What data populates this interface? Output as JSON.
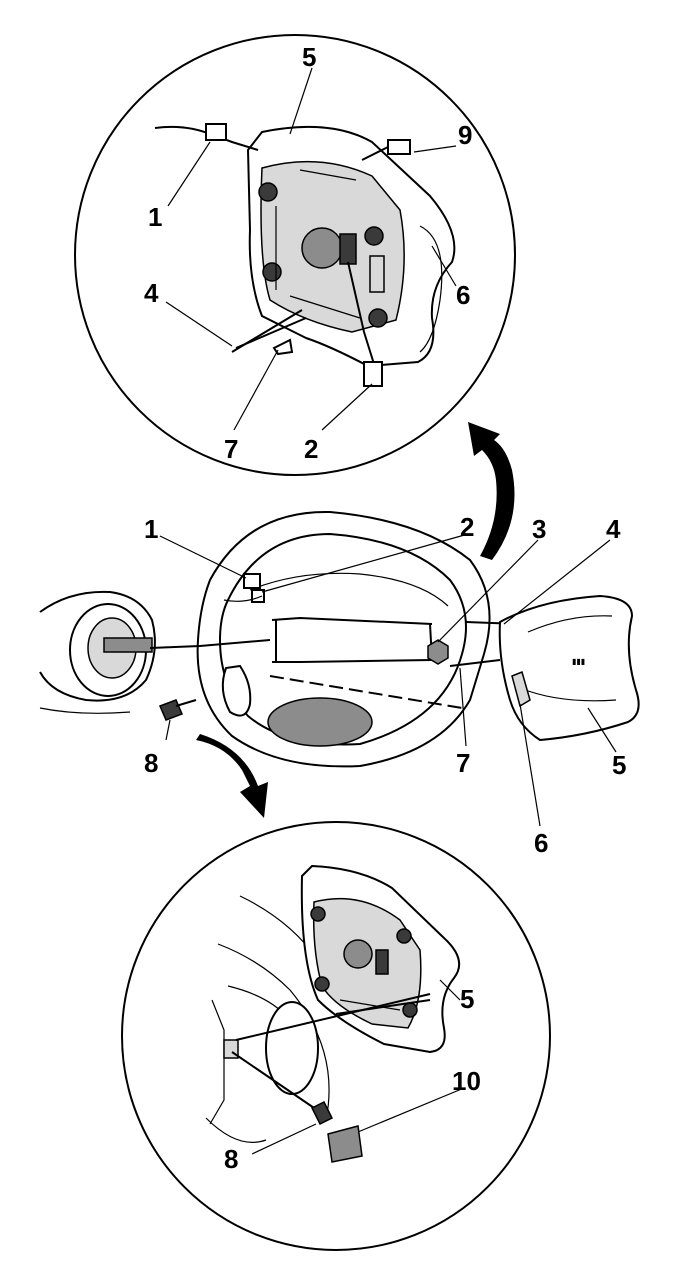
{
  "diagram": {
    "top_detail": {
      "callouts": [
        "5",
        "9",
        "1",
        "6",
        "4",
        "7",
        "2"
      ]
    },
    "main_view": {
      "callouts": [
        "1",
        "2",
        "3",
        "4",
        "8",
        "7",
        "5",
        "6"
      ]
    },
    "bottom_detail": {
      "callouts": [
        "5",
        "10",
        "8"
      ]
    }
  }
}
